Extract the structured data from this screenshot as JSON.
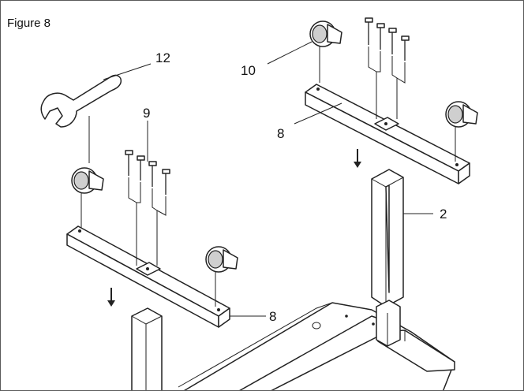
{
  "figure": {
    "title": "Figure 8"
  },
  "callouts": {
    "wrench": "12",
    "screws_left": "9",
    "caster_right": "10",
    "crossbar_right": "8",
    "leg_column": "2",
    "crossbar_left": "8"
  },
  "colors": {
    "line": "#222222",
    "background": "#ffffff",
    "frame": "#5a5a5a"
  }
}
